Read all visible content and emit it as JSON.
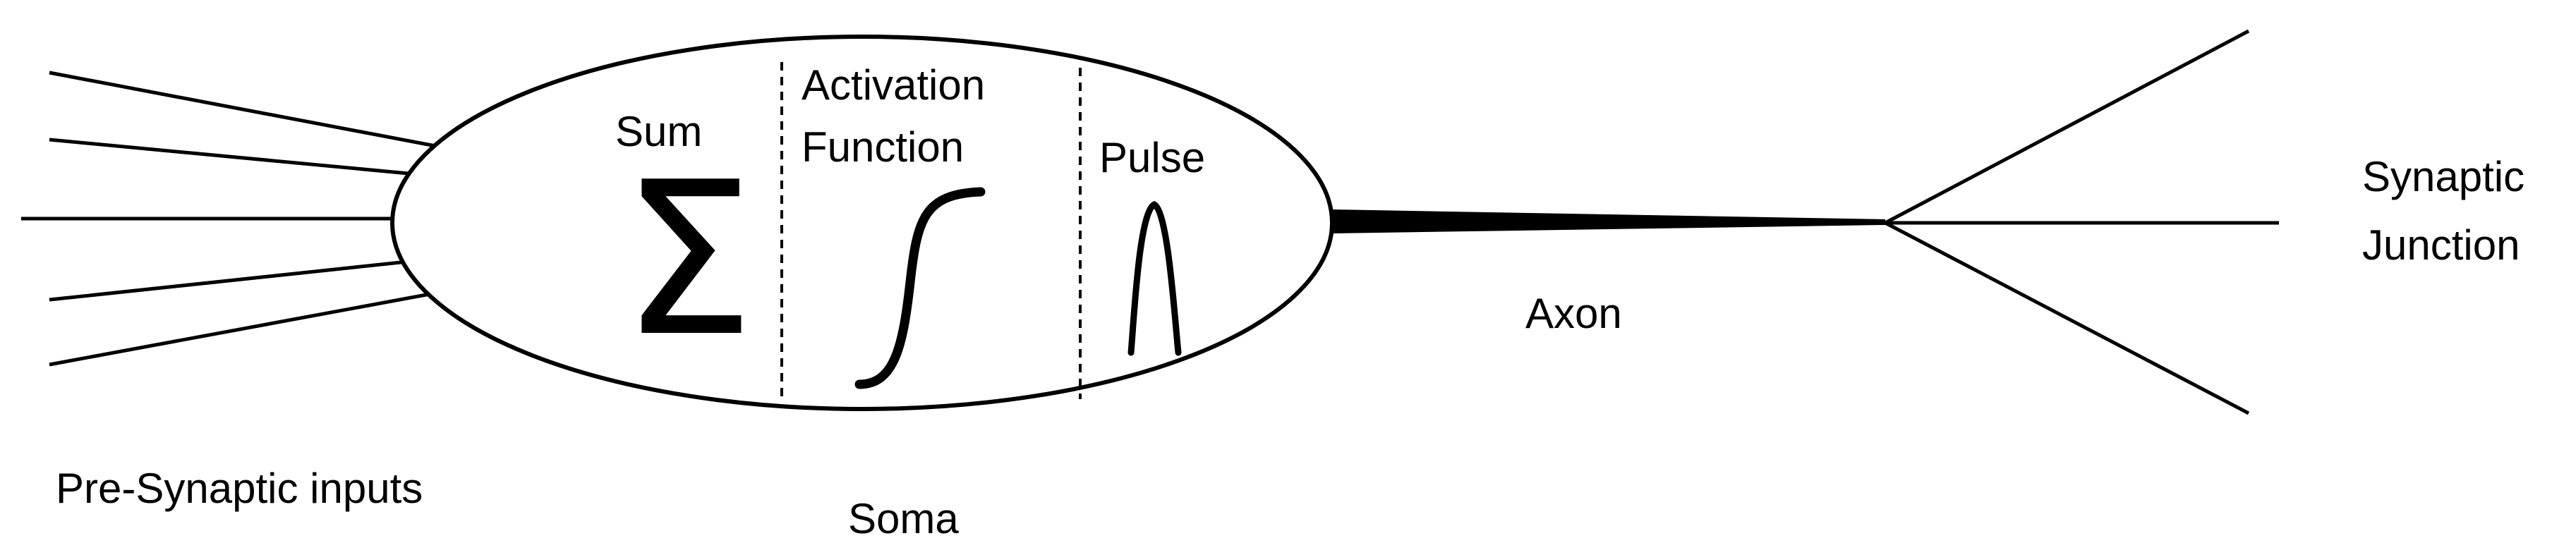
{
  "diagram": {
    "labels": {
      "sum": "Sum",
      "activation_line1": "Activation",
      "activation_line2": "Function",
      "pulse": "Pulse",
      "synaptic_line1": "Synaptic",
      "synaptic_line2": "Junction",
      "axon": "Axon",
      "pre_synaptic": "Pre-Synaptic inputs",
      "soma": "Soma"
    },
    "symbols": {
      "sum": "Σ"
    },
    "colors": {
      "stroke": "#000000",
      "background": "#ffffff"
    }
  }
}
